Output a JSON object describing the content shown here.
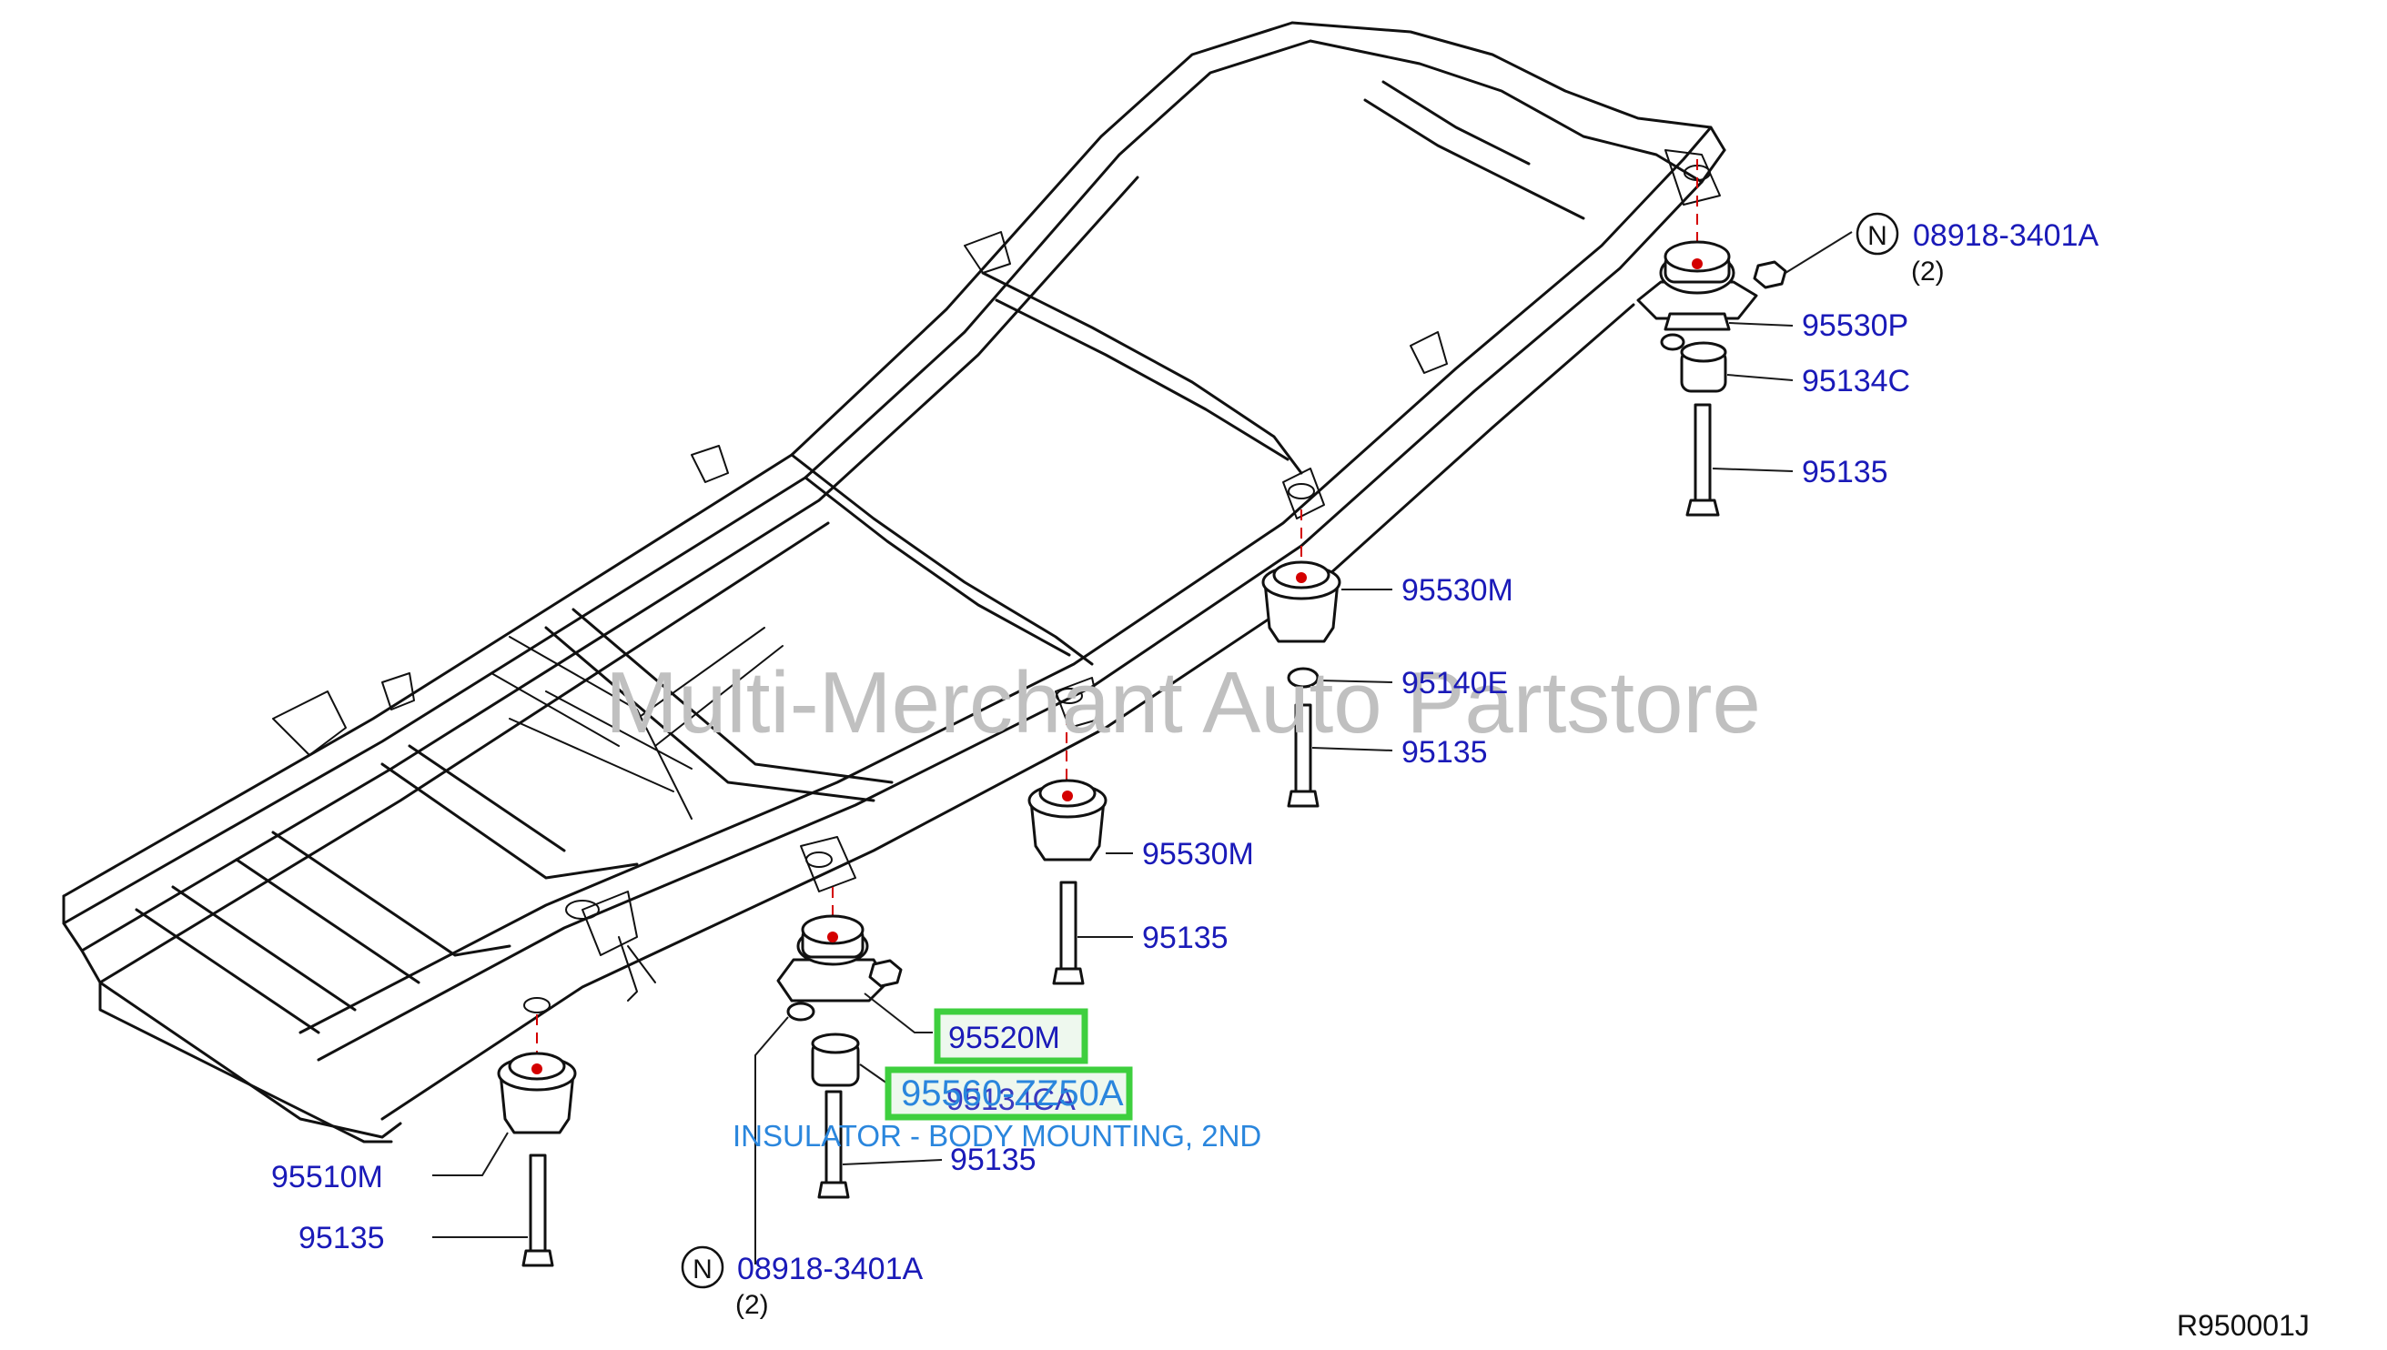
{
  "colors": {
    "part_number": "#1a1ab8",
    "tooltip": "#2a86dd",
    "highlight": "#3ecf3e",
    "watermark": "#c0c0c0",
    "line": "#111111"
  },
  "icons": [
    "nut-callout-icon"
  ],
  "watermark": "Multi-Merchant Auto Partstore",
  "diagram_ref": "R950001J",
  "callouts": {
    "rear_nut": {
      "symbol": "N",
      "part": "08918-3401A",
      "qty": "(2)"
    },
    "rear_mount": "95530P",
    "rear_bushing": "95134C",
    "rear_bolt": "95135",
    "mid_upper_mount": "95530M",
    "mid_upper_washer": "95140E",
    "mid_upper_bolt": "95135",
    "mid_lower_mount": "95530M",
    "mid_lower_bolt": "95135",
    "front_mount": "95520M",
    "front_bushing_overlap_a": "95560-ZZ50A",
    "front_bushing_overlap_b": "95134CA",
    "front_bolt": "95135",
    "front_nut": {
      "symbol": "N",
      "part": "08918-3401A",
      "qty": "(2)"
    },
    "end_mount": "95510M",
    "end_bolt": "95135"
  },
  "tooltip": "INSULATOR - BODY MOUNTING, 2ND"
}
